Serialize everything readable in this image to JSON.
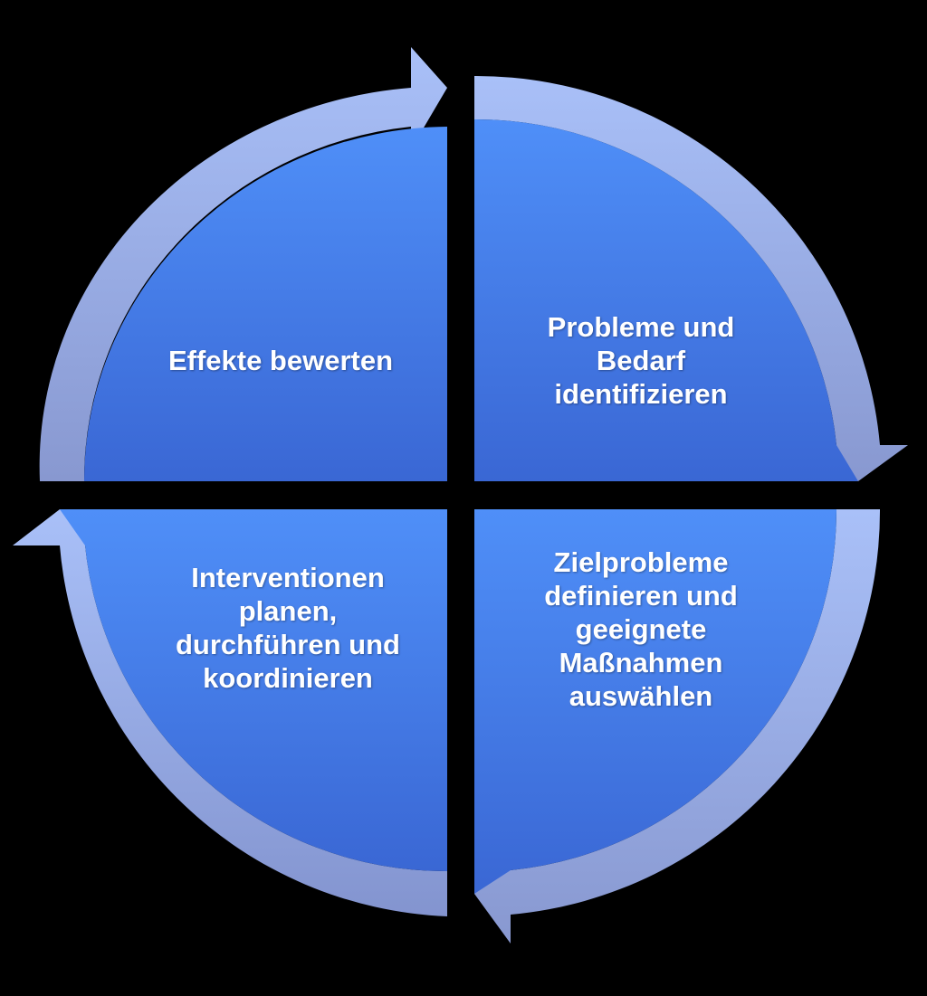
{
  "colors": {
    "background": "#000000",
    "quadrant_light": "#4f8ff8",
    "quadrant_dark": "#3a67d4",
    "ring_light": "#a7bdf7",
    "ring_dark": "#8394cf",
    "text": "#ffffff"
  },
  "quadrants": {
    "top_left": "Effekte bewerten",
    "top_right": "Probleme und\nBedarf\nidentifizieren",
    "bottom_right": "Zielprobleme\ndefinieren und\ngeeignete\nMaßnahmen\nauswählen",
    "bottom_left": "Interventionen\nplanen,\ndurchführen und\nkoordinieren"
  }
}
